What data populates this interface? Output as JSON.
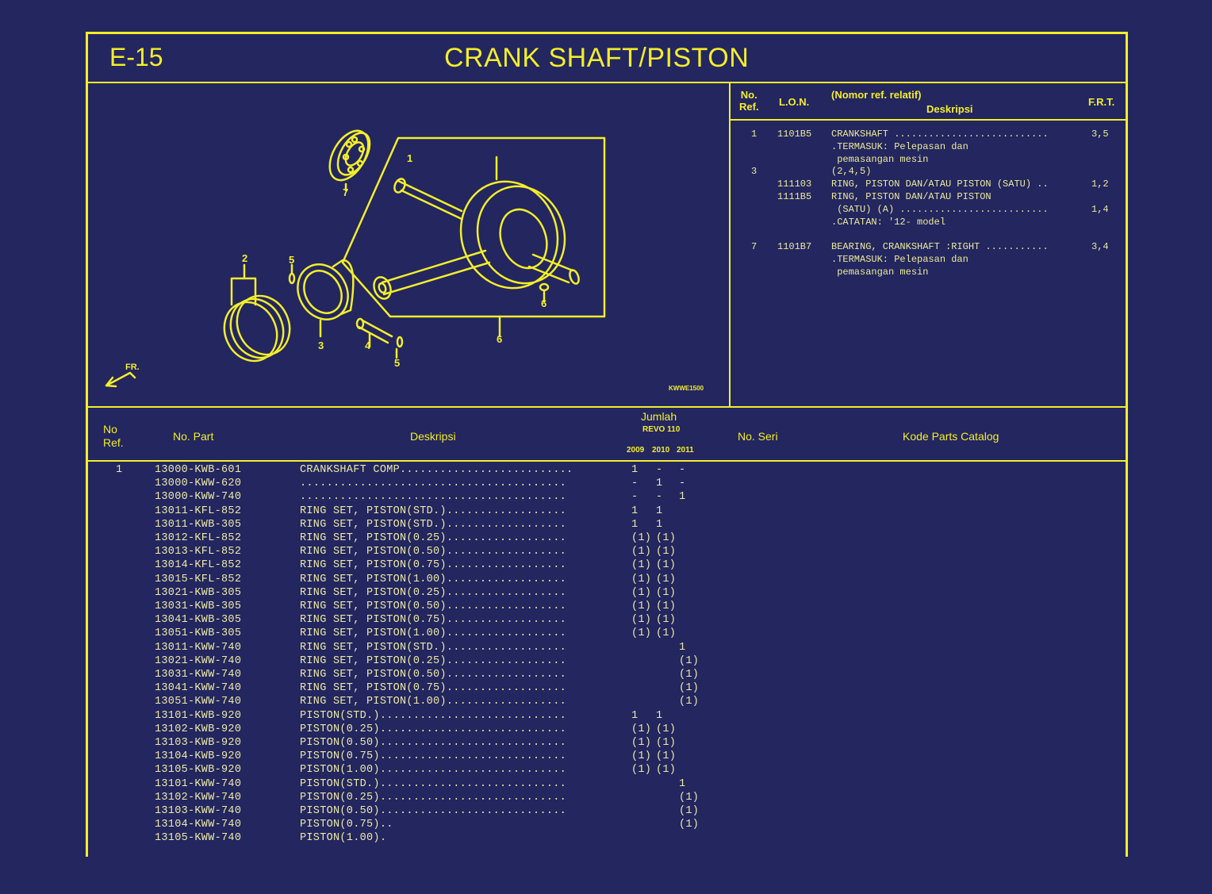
{
  "header": {
    "code": "E-15",
    "title": "CRANK SHAFT/PISTON"
  },
  "diagram": {
    "callouts": [
      "1",
      "7",
      "2",
      "5",
      "3",
      "4",
      "5",
      "6",
      "6"
    ],
    "drawing_code": "KWWE1500",
    "direction_label": "FR."
  },
  "frt_table": {
    "headers": {
      "ref": "No.\nRef.",
      "lon": "L.O.N.",
      "desc_top": "(Nomor ref. relatif)",
      "desc": "Deskripsi",
      "frt": "F.R.T."
    },
    "rows": [
      {
        "ref": "1",
        "lon": "1101B5",
        "desc": "CRANKSHAFT ...........................",
        "frt": "3,5"
      },
      {
        "ref": "",
        "lon": "",
        "desc": ".TERMASUK: Pelepasan dan",
        "frt": ""
      },
      {
        "ref": "",
        "lon": "",
        "desc": " pemasangan mesin",
        "frt": ""
      },
      {
        "ref": "3",
        "lon": "",
        "desc": "(2,4,5)",
        "frt": ""
      },
      {
        "ref": "",
        "lon": "111103",
        "desc": "RING, PISTON DAN/ATAU PISTON (SATU) ..",
        "frt": "1,2"
      },
      {
        "ref": "",
        "lon": "1111B5",
        "desc": "RING, PISTON DAN/ATAU PISTON",
        "frt": ""
      },
      {
        "ref": "",
        "lon": "",
        "desc": " (SATU) (A) ..........................",
        "frt": "1,4"
      },
      {
        "ref": "",
        "lon": "",
        "desc": ".CATATAN: '12- model",
        "frt": ""
      },
      {
        "ref": "",
        "lon": "",
        "desc": "",
        "frt": ""
      },
      {
        "ref": "7",
        "lon": "1101B7",
        "desc": "BEARING, CRANKSHAFT :RIGHT ...........",
        "frt": "3,4"
      },
      {
        "ref": "",
        "lon": "",
        "desc": ".TERMASUK: Pelepasan dan",
        "frt": ""
      },
      {
        "ref": "",
        "lon": "",
        "desc": " pemasangan mesin",
        "frt": ""
      }
    ]
  },
  "parts_table": {
    "headers": {
      "ref": "No\nRef.",
      "part_no": "No. Part",
      "desc": "Deskripsi",
      "qty": "Jumlah",
      "model": "REVO 110",
      "years": [
        "2009",
        "2010",
        "2011"
      ],
      "serial": "No. Seri",
      "catalog": "Kode Parts Catalog"
    },
    "rows": [
      {
        "ref": "1",
        "part": "13000-KWB-601",
        "desc": "CRANKSHAFT COMP..........................",
        "y2009": "1",
        "y2010": "-",
        "y2011": "-"
      },
      {
        "ref": "",
        "part": "13000-KWW-620",
        "desc": "........................................",
        "y2009": "-",
        "y2010": "1",
        "y2011": "-"
      },
      {
        "ref": "",
        "part": "13000-KWW-740",
        "desc": "........................................",
        "y2009": "-",
        "y2010": "-",
        "y2011": "1"
      },
      {
        "ref": "",
        "part": "13011-KFL-852",
        "desc": "RING SET, PISTON(STD.)..................",
        "y2009": "1",
        "y2010": "1",
        "y2011": ""
      },
      {
        "ref": "",
        "part": "13011-KWB-305",
        "desc": "RING SET, PISTON(STD.)..................",
        "y2009": "1",
        "y2010": "1",
        "y2011": ""
      },
      {
        "ref": "",
        "part": "13012-KFL-852",
        "desc": "RING SET, PISTON(0.25)..................",
        "y2009": "(1)",
        "y2010": "(1)",
        "y2011": ""
      },
      {
        "ref": "",
        "part": "13013-KFL-852",
        "desc": "RING SET, PISTON(0.50)..................",
        "y2009": "(1)",
        "y2010": "(1)",
        "y2011": ""
      },
      {
        "ref": "",
        "part": "13014-KFL-852",
        "desc": "RING SET, PISTON(0.75)..................",
        "y2009": "(1)",
        "y2010": "(1)",
        "y2011": ""
      },
      {
        "ref": "",
        "part": "13015-KFL-852",
        "desc": "RING SET, PISTON(1.00)..................",
        "y2009": "(1)",
        "y2010": "(1)",
        "y2011": ""
      },
      {
        "ref": "",
        "part": "13021-KWB-305",
        "desc": "RING SET, PISTON(0.25)..................",
        "y2009": "(1)",
        "y2010": "(1)",
        "y2011": ""
      },
      {
        "ref": "",
        "part": "13031-KWB-305",
        "desc": "RING SET, PISTON(0.50)..................",
        "y2009": "(1)",
        "y2010": "(1)",
        "y2011": ""
      },
      {
        "ref": "",
        "part": "13041-KWB-305",
        "desc": "RING SET, PISTON(0.75)..................",
        "y2009": "(1)",
        "y2010": "(1)",
        "y2011": ""
      },
      {
        "ref": "",
        "part": "13051-KWB-305",
        "desc": "RING SET, PISTON(1.00)..................",
        "y2009": "(1)",
        "y2010": "(1)",
        "y2011": ""
      },
      {
        "ref": "",
        "part": "13011-KWW-740",
        "desc": "RING SET, PISTON(STD.)..................",
        "y2009": "",
        "y2010": "",
        "y2011": "1"
      },
      {
        "ref": "",
        "part": "13021-KWW-740",
        "desc": "RING SET, PISTON(0.25)..................",
        "y2009": "",
        "y2010": "",
        "y2011": "(1)"
      },
      {
        "ref": "",
        "part": "13031-KWW-740",
        "desc": "RING SET, PISTON(0.50)..................",
        "y2009": "",
        "y2010": "",
        "y2011": "(1)"
      },
      {
        "ref": "",
        "part": "13041-KWW-740",
        "desc": "RING SET, PISTON(0.75)..................",
        "y2009": "",
        "y2010": "",
        "y2011": "(1)"
      },
      {
        "ref": "",
        "part": "13051-KWW-740",
        "desc": "RING SET, PISTON(1.00)..................",
        "y2009": "",
        "y2010": "",
        "y2011": "(1)"
      },
      {
        "ref": "",
        "part": "13101-KWB-920",
        "desc": "PISTON(STD.)............................",
        "y2009": "1",
        "y2010": "1",
        "y2011": ""
      },
      {
        "ref": "",
        "part": "13102-KWB-920",
        "desc": "PISTON(0.25)............................",
        "y2009": "(1)",
        "y2010": "(1)",
        "y2011": ""
      },
      {
        "ref": "",
        "part": "13103-KWB-920",
        "desc": "PISTON(0.50)............................",
        "y2009": "(1)",
        "y2010": "(1)",
        "y2011": ""
      },
      {
        "ref": "",
        "part": "13104-KWB-920",
        "desc": "PISTON(0.75)............................",
        "y2009": "(1)",
        "y2010": "(1)",
        "y2011": ""
      },
      {
        "ref": "",
        "part": "13105-KWB-920",
        "desc": "PISTON(1.00)............................",
        "y2009": "(1)",
        "y2010": "(1)",
        "y2011": ""
      },
      {
        "ref": "",
        "part": "13101-KWW-740",
        "desc": "PISTON(STD.)............................",
        "y2009": "",
        "y2010": "",
        "y2011": "1"
      },
      {
        "ref": "",
        "part": "13102-KWW-740",
        "desc": "PISTON(0.25)............................",
        "y2009": "",
        "y2010": "",
        "y2011": "(1)"
      },
      {
        "ref": "",
        "part": "13103-KWW-740",
        "desc": "PISTON(0.50)............................",
        "y2009": "",
        "y2010": "",
        "y2011": "(1)"
      },
      {
        "ref": "",
        "part": "13104-KWW-740",
        "desc": "PISTON(0.75)..",
        "y2009": "",
        "y2010": "",
        "y2011": "(1)"
      },
      {
        "ref": "",
        "part": "13105-KWW-740",
        "desc": "PISTON(1.00).",
        "y2009": "",
        "y2010": "",
        "y2011": ""
      }
    ]
  },
  "colors": {
    "background": "#23265f",
    "lines": "#f3ee2a",
    "text": "#ece9a6"
  }
}
